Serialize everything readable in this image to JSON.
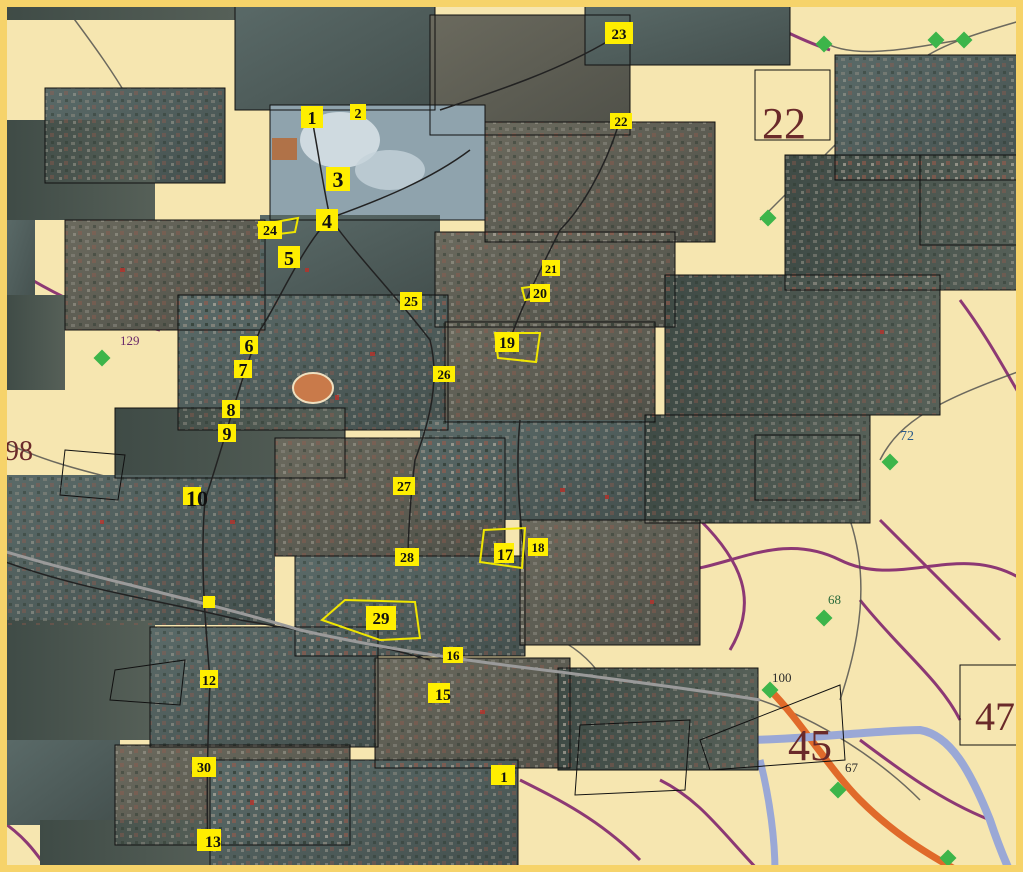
{
  "map": {
    "background": "#f6e6b0",
    "frame_color": "#f6d36a",
    "road_color_main": "#7a1a6a",
    "road_color_secondary": "#4a4a4a",
    "highway_color": "#e06a2a",
    "river_color": "#9aa8d6",
    "node_color": "#3db54a",
    "marker_color": "#ffee00",
    "markers": [
      "1",
      "2",
      "3",
      "4",
      "5",
      "6",
      "7",
      "8",
      "9",
      "10",
      "12",
      "13",
      "15",
      "16",
      "17",
      "18",
      "19",
      "20",
      "21",
      "22",
      "23",
      "24",
      "25",
      "26",
      "27",
      "28",
      "29",
      "30"
    ],
    "base_labels": [
      "22",
      "45",
      "47",
      "72",
      "98",
      "129",
      "68",
      "67",
      "100"
    ]
  }
}
